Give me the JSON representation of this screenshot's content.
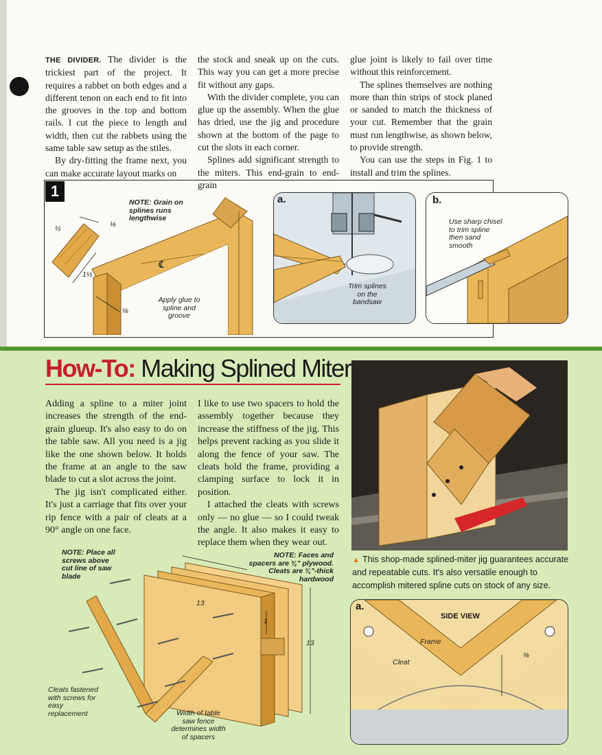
{
  "top_columns": {
    "col1": {
      "runin": "THE DIVIDER.",
      "p1": "The divider is the trickiest part of the project. It requires a rabbet on both edges and a different tenon on each end to fit into the grooves in the top and bottom rails. I cut the piece to length and width, then cut the rabbets using the same table saw setup as the stiles.",
      "p2": "By dry-fitting the frame next, you can make accurate layout marks on"
    },
    "col2": {
      "p1": "the stock and sneak up on the cuts. This way you can get a more precise fit without any gaps.",
      "p2": "With the divider complete, you can glue up the assembly. When the glue has dried, use the jig and procedure shown at the bottom of the page to cut the slots in each corner.",
      "p3": "Splines add significant strength to the miters. This end-grain to end-grain"
    },
    "col3": {
      "p1": "glue joint is likely to fail over time without this reinforcement.",
      "p2": "The splines themselves are nothing more than thin strips of stock planed or sanded to match the thickness of your cut. Remember that the grain must run lengthwise, as shown below, to provide strength.",
      "p3": "You can use the steps in Fig. 1 to install and trim the splines."
    }
  },
  "figure1": {
    "number": "1",
    "note": "NOTE: Grain on splines runs lengthwise",
    "dim_half": "½",
    "dim_eighth_top": "⅛",
    "dim_one_half": "1½",
    "dim_eighth_bottom": "⅛",
    "centerline": "℄",
    "glue_note": "Apply glue to spline and groove",
    "panel_a_label": "a.",
    "panel_a_caption": "Trim splines on the bandsaw",
    "panel_b_label": "b.",
    "panel_b_caption": "Use sharp chisel to trim spline then sand smooth"
  },
  "howto": {
    "title_lead": "How-To:",
    "title_rest": "Making Splined Miters",
    "col1": {
      "p1": "Adding a spline to a miter joint increases the strength of the end-grain glueup. It's also easy to do on the table saw. All you need is a jig like the one shown below. It holds the frame at an angle to the saw blade to cut a slot across the joint.",
      "p2": "The jig isn't complicated either. It's just a carriage that fits over your rip fence with a pair of cleats at a 90° angle on one face."
    },
    "col2": {
      "p1": "I like to use two spacers to hold the assembly together because they increase the stiffness of the jig. This helps prevent racking as you slide it along the fence of your saw. The cleats hold the frame, providing a clamping surface to lock it in position.",
      "p2": "I attached the cleats with screws only — no glue — so I could tweak the angle. It also makes it easy to replace them when they wear out."
    },
    "photo_caption": "This shop-made splined-miter jig guarantees accurate and repeatable cuts. It's also versatile enough to accomplish mitered spline cuts on stock of any size.",
    "jig_drawing": {
      "note_screws": "NOTE: Place all screws above cut line of saw blade",
      "note_faces": "NOTE: Faces and spacers are ¾\" plywood. Cleats are ¾\"-thick hardwood",
      "dim_13_top": "13",
      "dim_1": "1",
      "dim_13_side": "13",
      "cleats_note": "Cleats fastened with screws for easy replacement",
      "fence_note": "Width of table saw fence determines width of spacers"
    },
    "side_view": {
      "label": "a.",
      "title": "SIDE VIEW",
      "frame": "Frame",
      "cleat": "Cleat",
      "dim": "⅜"
    }
  },
  "colors": {
    "wood": "#e9b75a",
    "wood_dark": "#c98f32",
    "howto_bg": "#d8eab8",
    "howto_rule": "#4f9a2a",
    "title_red": "#c81e2c"
  }
}
